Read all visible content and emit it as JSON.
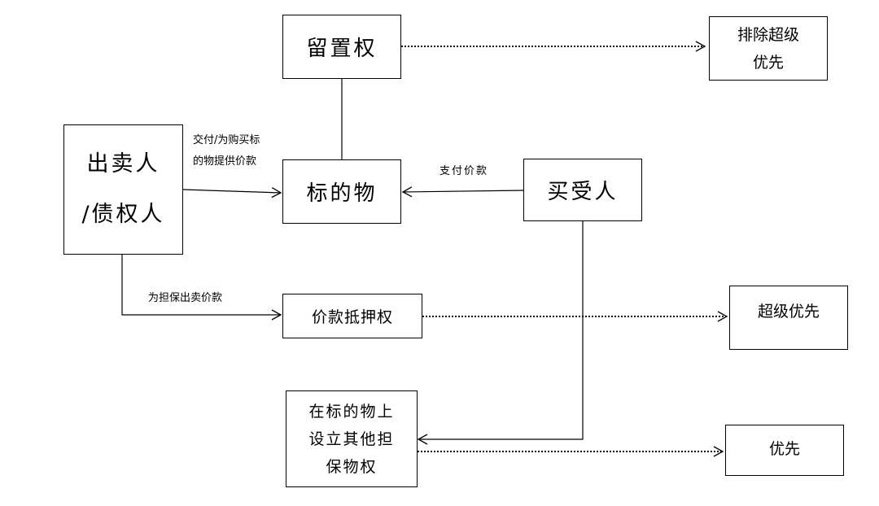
{
  "nodes": {
    "lien": "留置权",
    "exclude_super": "排除超级\n优先",
    "seller": "出卖人\n/债权人",
    "subject": "标的物",
    "buyer": "买受人",
    "pmsi": "价款抵押权",
    "super_priority": "超级优先",
    "other_security": "在标的物上\n设立其他担\n保物权",
    "priority": "优先"
  },
  "edges": {
    "seller_to_subject": "交付/为购买标\n的物提供价款",
    "buyer_to_subject": "支付价款",
    "seller_to_pmsi": "为担保出卖价款"
  }
}
